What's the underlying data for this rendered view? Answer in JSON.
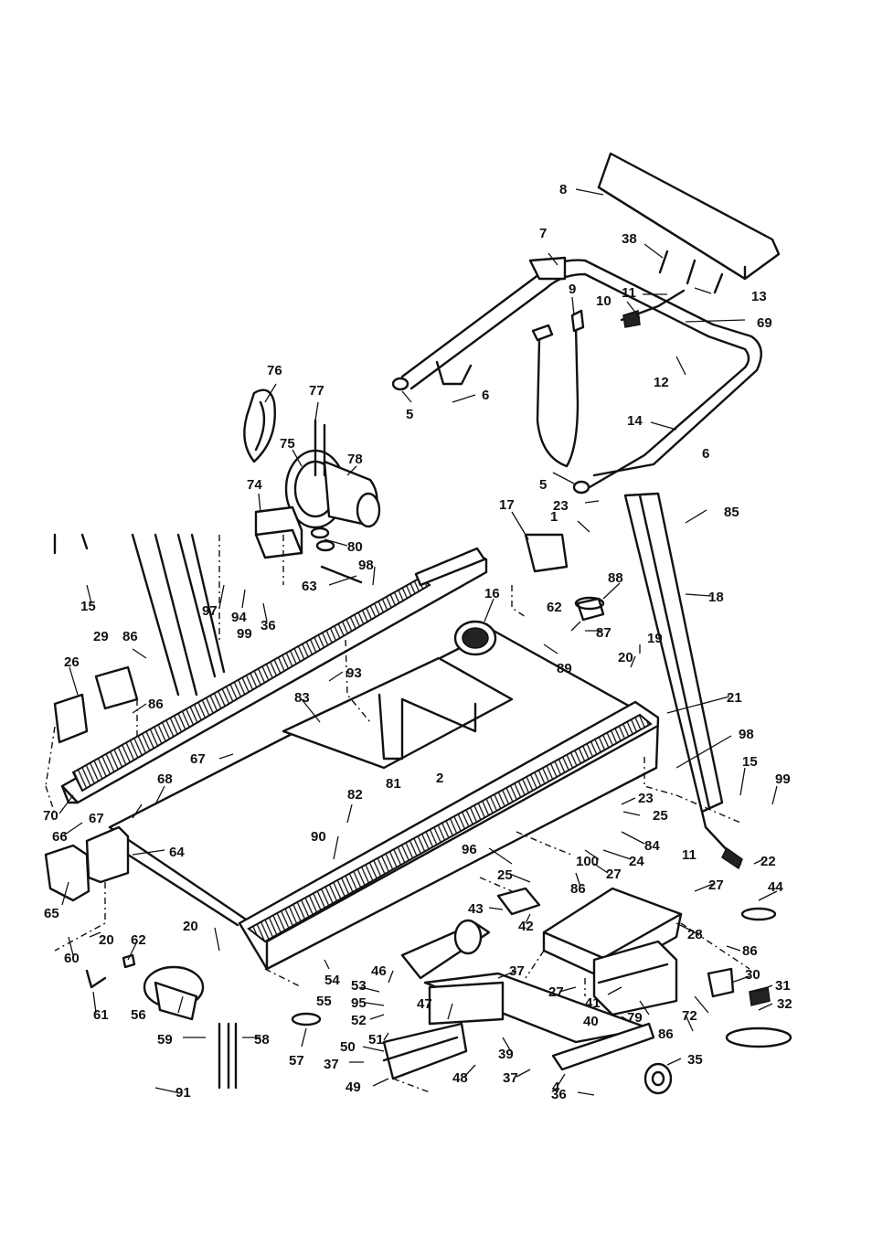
{
  "diagram": {
    "callouts": [
      "8",
      "7",
      "38",
      "13",
      "9",
      "10",
      "11",
      "69",
      "12",
      "5",
      "6",
      "14",
      "76",
      "77",
      "75",
      "78",
      "6",
      "5",
      "23",
      "85",
      "1",
      "74",
      "17",
      "80",
      "15",
      "63",
      "98",
      "97",
      "94",
      "36",
      "16",
      "88",
      "87",
      "62",
      "18",
      "29",
      "86",
      "99",
      "19",
      "20",
      "89",
      "26",
      "93",
      "86",
      "83",
      "21",
      "67",
      "81",
      "2",
      "98",
      "15",
      "99",
      "68",
      "82",
      "67",
      "23",
      "25",
      "70",
      "66",
      "84",
      "22",
      "64",
      "90",
      "96",
      "100",
      "11",
      "25",
      "24",
      "86",
      "27",
      "27",
      "44",
      "65",
      "20",
      "43",
      "28",
      "62",
      "42",
      "60",
      "20",
      "86",
      "46",
      "37",
      "53",
      "61",
      "54",
      "55",
      "95",
      "30",
      "31",
      "47",
      "27",
      "41",
      "79",
      "72",
      "32",
      "56",
      "52",
      "40",
      "86",
      "59",
      "58",
      "57",
      "51",
      "50",
      "39",
      "35",
      "37",
      "48",
      "37",
      "49",
      "4",
      "36",
      "91"
    ]
  }
}
